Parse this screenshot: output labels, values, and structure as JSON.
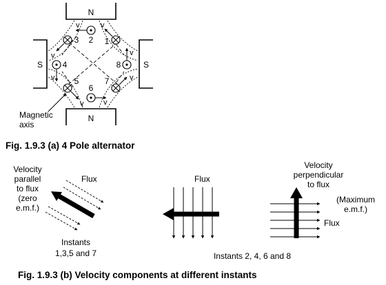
{
  "fig_a": {
    "pole_top": "N",
    "pole_bottom": "N",
    "pole_left": "S",
    "pole_right": "S",
    "conductors": [
      "1",
      "2",
      "3",
      "4",
      "5",
      "6",
      "7",
      "8"
    ],
    "velocity_symbol": "v",
    "magnetic_axis_line1": "Magnetic",
    "magnetic_axis_line2": "axis",
    "caption": "Fig. 1.9.3 (a)  4 Pole alternator"
  },
  "fig_b": {
    "left": {
      "velocity_lines": [
        "Velocity",
        "parallel",
        "to flux",
        "(zero",
        "e.m.f.)"
      ],
      "flux_label": "Flux",
      "instants_line1": "Instants",
      "instants_line2": "1,3,5 and 7"
    },
    "middle": {
      "flux_label": "Flux",
      "instants": "Instants 2, 4, 6 and 8"
    },
    "right": {
      "velocity_lines": [
        "Velocity",
        "perpendicular",
        "to flux"
      ],
      "max_lines": [
        "(Maximum",
        "e.m.f.)"
      ],
      "flux_label": "Flux"
    },
    "caption": "Fig. 1.9.3 (b) Velocity components at different instants"
  }
}
